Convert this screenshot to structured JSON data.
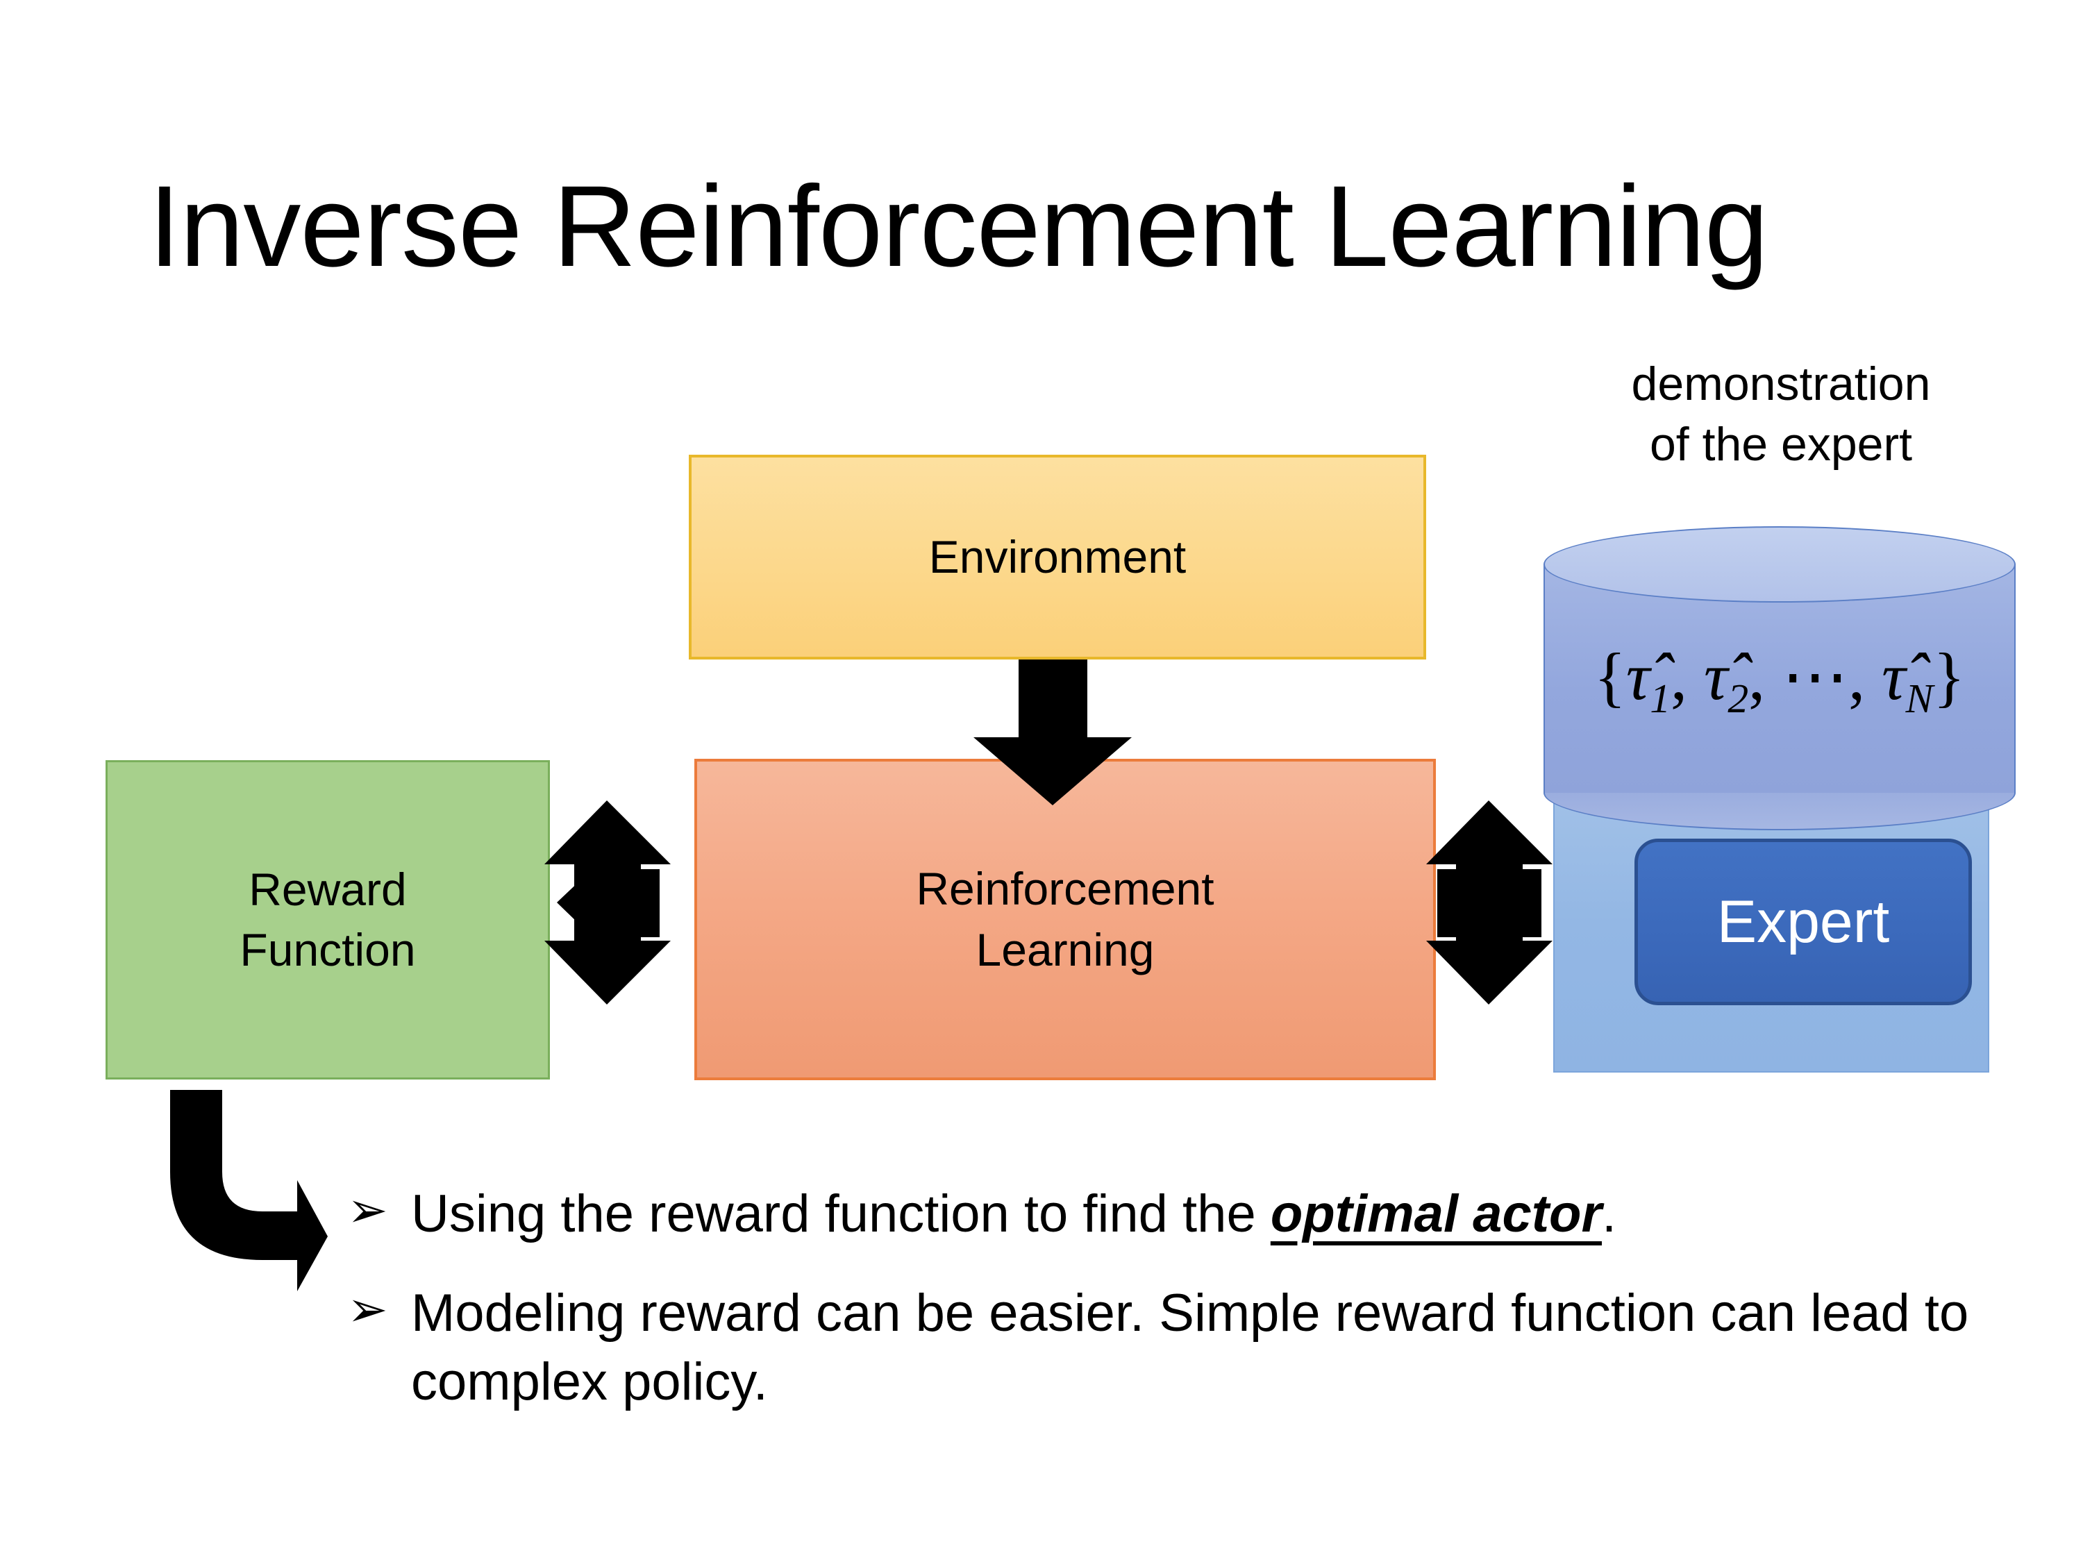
{
  "slide": {
    "title": "Inverse Reinforcement Learning",
    "background_color": "#ffffff"
  },
  "diagram": {
    "environment": {
      "label": "Environment",
      "fill_color": "#fcd88c",
      "border_color": "#e8b82b"
    },
    "reinforcement_learning": {
      "label_line1": "Reinforcement",
      "label_line2": "Learning",
      "fill_color": "#f4a886",
      "border_color": "#ec7c3c"
    },
    "reward_function": {
      "label_line1": "Reward",
      "label_line2": "Function",
      "fill_color": "#a7d08c",
      "border_color": "#7aaf5c"
    },
    "expert_cluster": {
      "caption_line1": "demonstration",
      "caption_line2": "of the expert",
      "cylinder_label_open": "{",
      "cylinder_label_tau": "τ̂",
      "cylinder_formula": "{τ̂1, τ̂2, ⋯, τ̂N}",
      "cylinder_parts": {
        "open_brace": "{",
        "tau1": "τ̂",
        "sub1": "1",
        "comma1": ", ",
        "tau2": "τ̂",
        "sub2": "2",
        "comma2": ", ",
        "dots": "⋯",
        "comma3": ", ",
        "tauN": "τ̂",
        "subN": "N",
        "close_brace": "}"
      },
      "expert_label": "Expert",
      "panel_fill_color": "#93b7e4",
      "cylinder_fill_color": "#93a7dd",
      "expert_fill_color": "#3b69bb",
      "expert_text_color": "#ffffff"
    },
    "arrows": {
      "environment_to_rl": "down-arrow",
      "reward_to_rl": "double-headed-four-way-arrow",
      "rl_to_expert": "double-headed-four-way-arrow",
      "reward_to_bullets": "bent-elbow-arrow",
      "color": "#000000"
    }
  },
  "bullets": [
    {
      "marker": "➢",
      "text_before": "Using the reward function to find the ",
      "emphasis": "optimal actor",
      "text_after": "."
    },
    {
      "marker": "➢",
      "text_before": "Modeling reward can be easier. Simple reward function can lead to complex policy.",
      "emphasis": "",
      "text_after": ""
    }
  ]
}
